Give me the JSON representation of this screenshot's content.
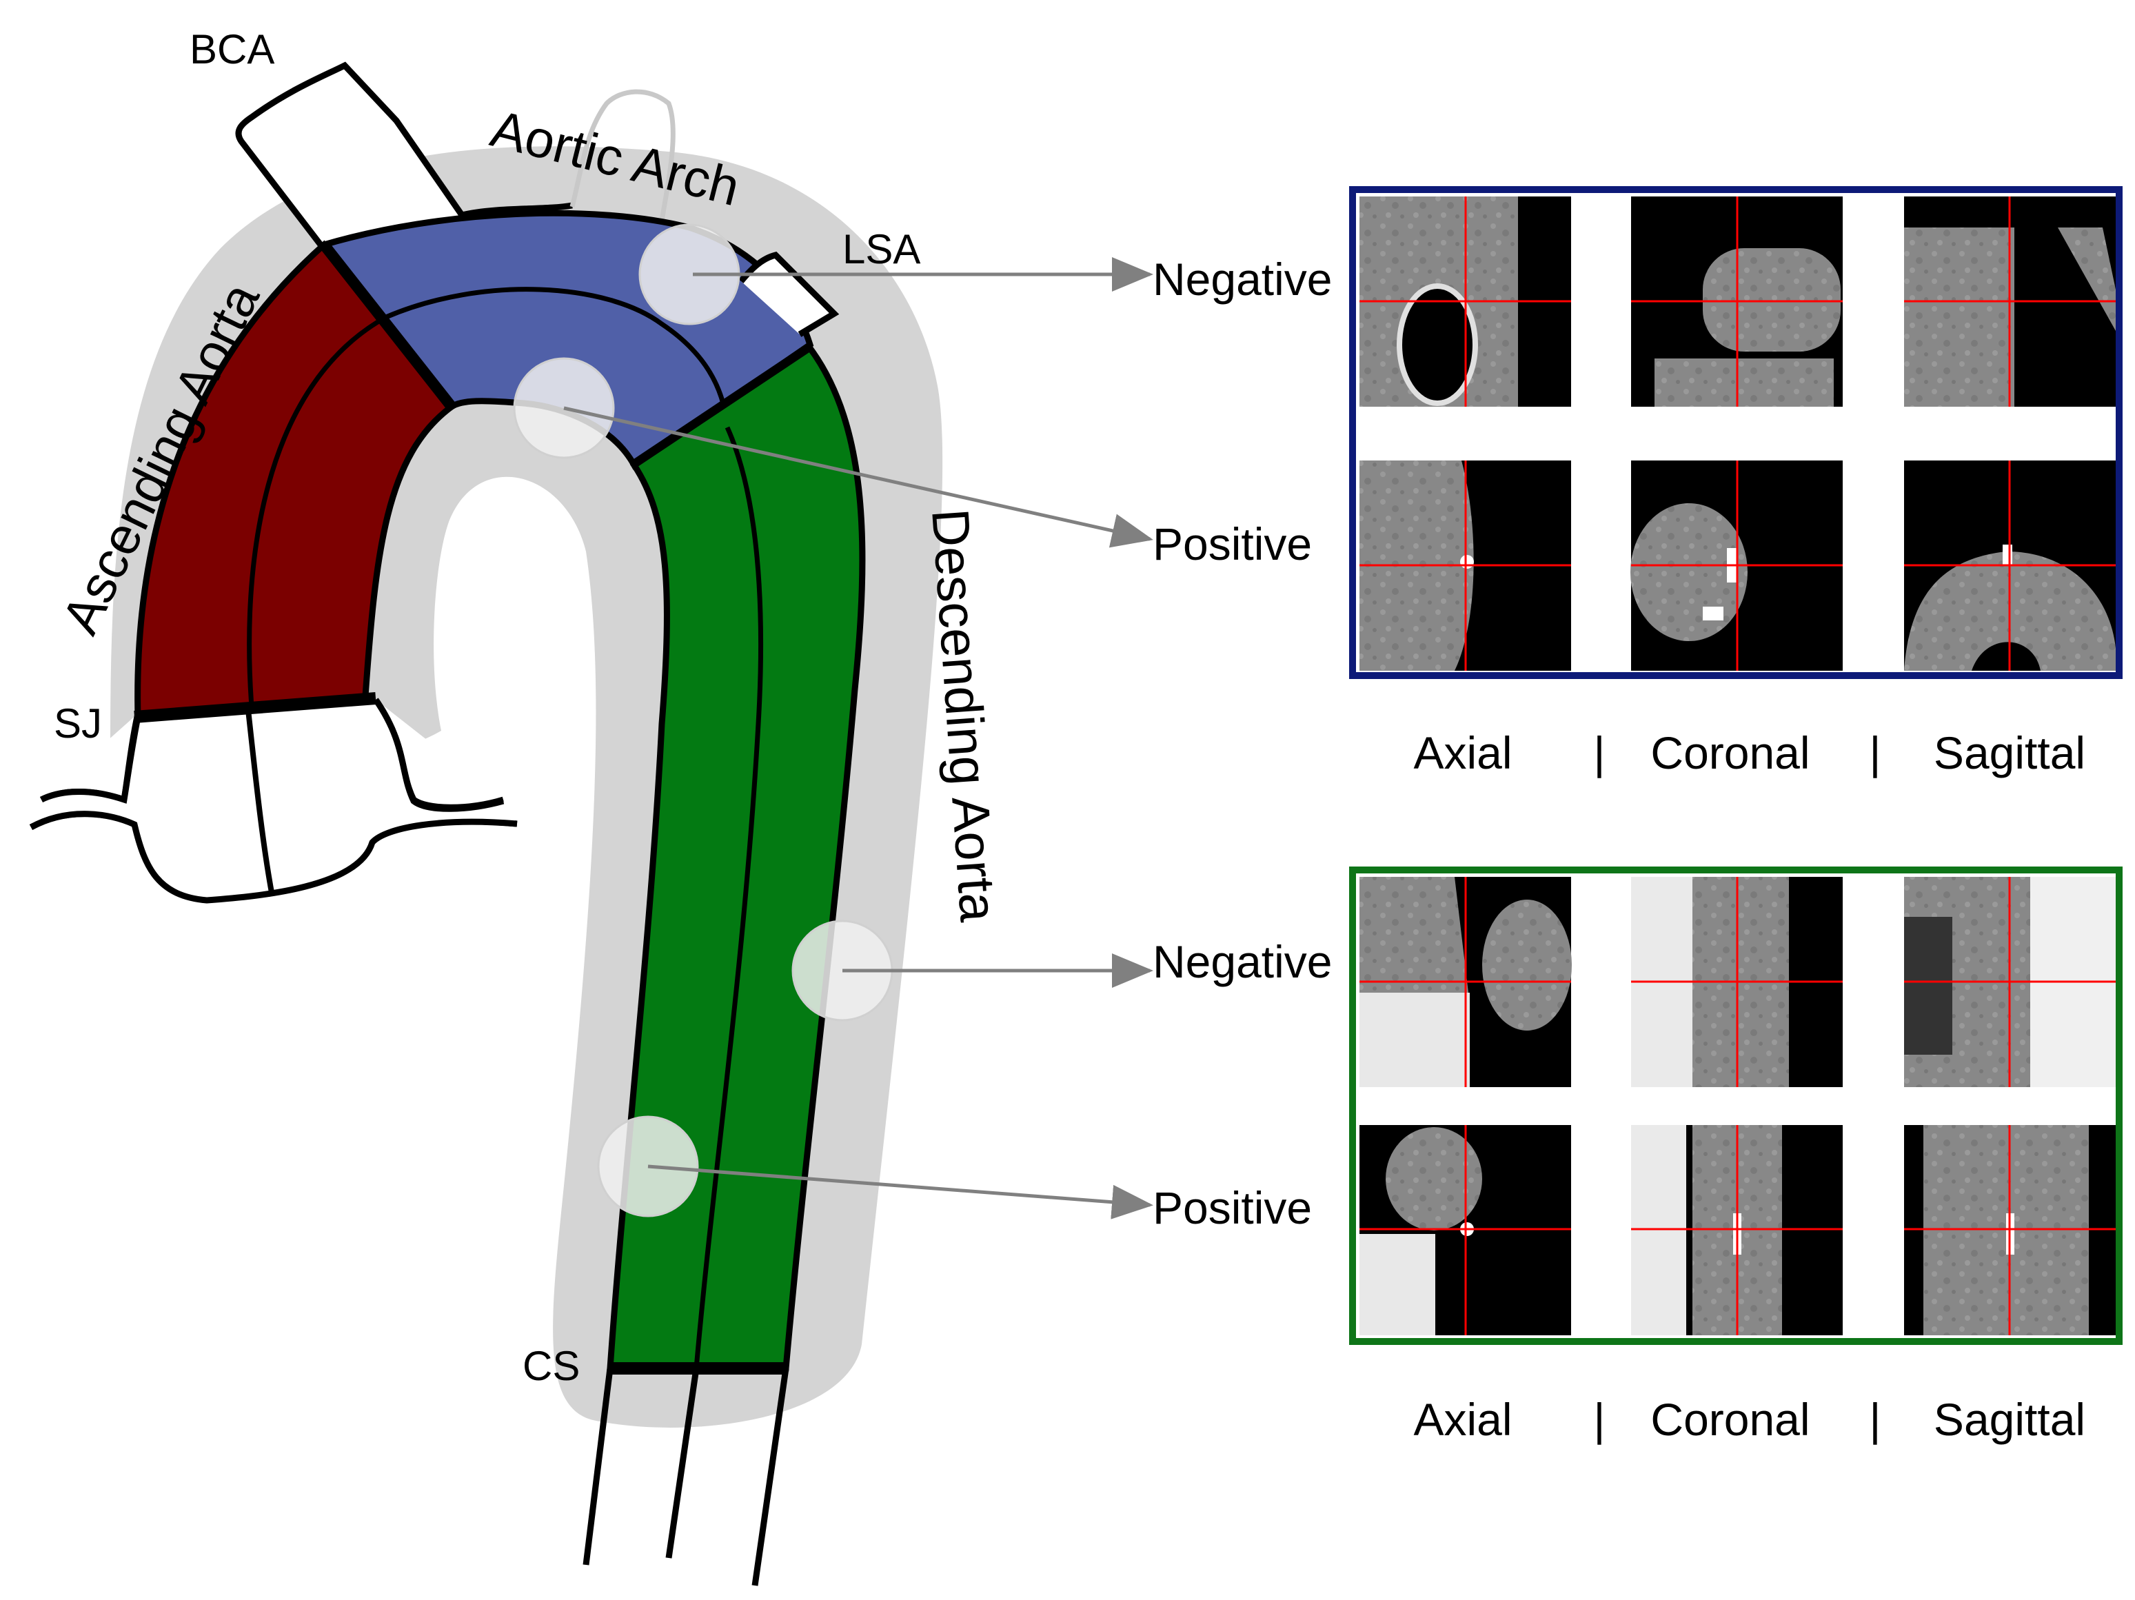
{
  "labels": {
    "bca": "BCA",
    "aortic_arch": "Aortic Arch",
    "lsa": "LSA",
    "ascending_aorta": "Ascending Aorta",
    "descending_aorta": "Descending Aorta",
    "sj": "SJ",
    "cs": "CS"
  },
  "colors": {
    "ascending": "#7b0000",
    "arch": "#5060a8",
    "descending": "#037a12",
    "halo": "#d4d4d4",
    "panel_top_border": "#0d1a78",
    "panel_bottom_border": "#0e7518",
    "crosshair": "#ff0000",
    "arrow": "#808080"
  },
  "panels": [
    {
      "id": "arch",
      "rows": [
        "Negative",
        "Positive"
      ],
      "views": [
        "Axial",
        "|",
        "Coronal",
        "|",
        "Sagittal"
      ]
    },
    {
      "id": "descending",
      "rows": [
        "Negative",
        "Positive"
      ],
      "views": [
        "Axial",
        "|",
        "Coronal",
        "|",
        "Sagittal"
      ]
    }
  ]
}
